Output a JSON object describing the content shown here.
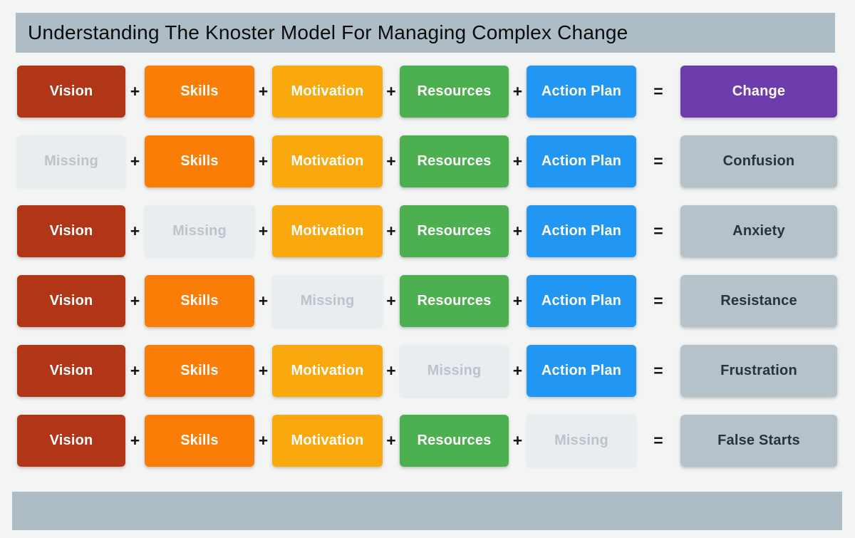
{
  "title": "Understanding The Knoster Model For Managing Complex Change",
  "operators": {
    "plus": "+",
    "equals": "="
  },
  "colors": {
    "background": "#f3f4f4",
    "bar": "#aebdc5",
    "vision": "#b13517",
    "skills": "#fa7d07",
    "motivation": "#f9a90d",
    "resources": "#4caf50",
    "action_plan": "#2196f3",
    "change": "#6c3bac",
    "missing_bg": "#e9edf0",
    "missing_text": "#b9c4cc",
    "result_bg": "#b5c2c9",
    "result_text": "#273440"
  },
  "rows": [
    {
      "cells": [
        "Vision",
        "Skills",
        "Motivation",
        "Resources",
        "Action Plan"
      ],
      "result": "Change"
    },
    {
      "cells": [
        "Missing",
        "Skills",
        "Motivation",
        "Resources",
        "Action Plan"
      ],
      "result": "Confusion"
    },
    {
      "cells": [
        "Vision",
        "Missing",
        "Motivation",
        "Resources",
        "Action Plan"
      ],
      "result": "Anxiety"
    },
    {
      "cells": [
        "Vision",
        "Skills",
        "Missing",
        "Resources",
        "Action Plan"
      ],
      "result": "Resistance"
    },
    {
      "cells": [
        "Vision",
        "Skills",
        "Motivation",
        "Missing",
        "Action Plan"
      ],
      "result": "Frustration"
    },
    {
      "cells": [
        "Vision",
        "Skills",
        "Motivation",
        "Resources",
        "Missing"
      ],
      "result": "False Starts"
    }
  ]
}
